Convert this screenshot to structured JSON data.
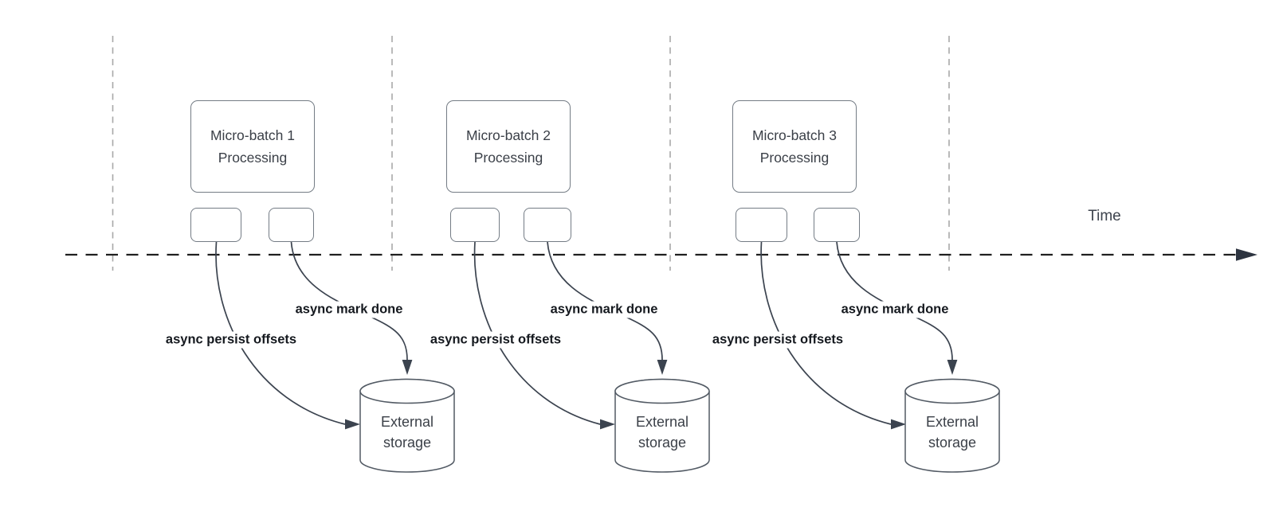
{
  "diagram": {
    "time_axis_label": "Time",
    "arrow_labels": {
      "persist": "async persist offsets",
      "mark_done": "async mark done"
    },
    "storage": {
      "line1": "External",
      "line2": "storage"
    },
    "batches": [
      {
        "line1": "Micro-batch 1",
        "line2": "Processing"
      },
      {
        "line1": "Micro-batch 2",
        "line2": "Processing"
      },
      {
        "line1": "Micro-batch 3",
        "line2": "Processing"
      }
    ],
    "colors": {
      "curve_stroke": "#3b434f",
      "box_border": "#747c85",
      "cylinder_stroke": "#525a64",
      "guide_dashed": "#a8a8a8",
      "timeline_stroke": "#202020",
      "label_text": "#15191f",
      "box_text": "#3b4048"
    }
  }
}
